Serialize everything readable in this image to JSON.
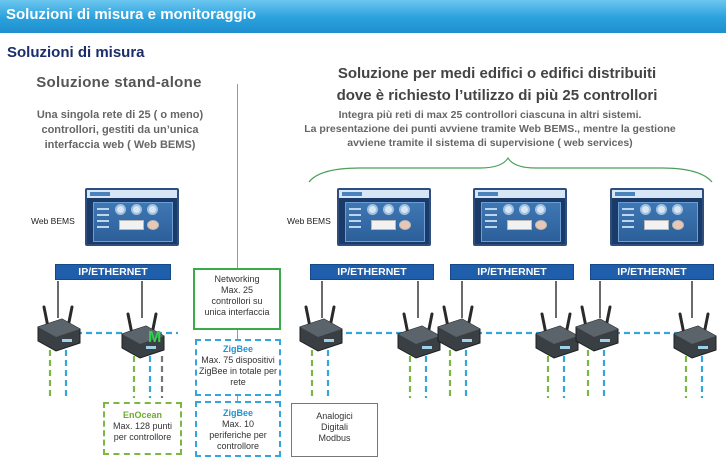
{
  "header": {
    "title": "Soluzioni di misura e monitoraggio"
  },
  "section_title": "Soluzioni di misura",
  "left": {
    "heading": "Soluzione  stand-alone",
    "description": [
      "Una singola rete di 25 ( o meno)",
      "controllori, gestiti da un’unica",
      "interfaccia web ( Web BEMS)"
    ],
    "web_label": "Web BEMS",
    "bus_label": "IP/ETHERNET"
  },
  "right": {
    "heading": [
      "Soluzione per medi edifici o edifici distribuiti",
      "dove è richiesto l’utilizzo di più 25 controllori"
    ],
    "description": [
      "Integra più reti di max 25 controllori ciascuna  in altri sistemi.",
      "La presentazione dei punti avviene tramite Web BEMS., mentre la gestione",
      "avviene tramite il sistema di supervisione  ( web services)"
    ],
    "web_label": "Web BEMS",
    "bus_labels": [
      "IP/ETHERNET",
      "IP/ETHERNET",
      "IP/ETHERNET"
    ]
  },
  "boxes": {
    "networking": [
      "Networking",
      "Max. 25",
      "controllori su",
      "unica interfaccia"
    ],
    "zigbee_rete": {
      "title": "ZigBee",
      "lines": [
        "Max. 75 dispositivi",
        "ZigBee in totale per",
        "rete"
      ]
    },
    "zigbee_periferiche": {
      "title": "ZigBee",
      "lines": [
        "Max. 10",
        "periferiche per",
        "controllore"
      ]
    },
    "enocean": {
      "title": "EnOcean",
      "lines": [
        "Max. 128 punti",
        "per controllore"
      ]
    },
    "analogici": [
      "Analogici",
      "Digitali",
      "Modbus"
    ]
  },
  "colors": {
    "banner": "#2aa1dc",
    "bus": "#1f5eaa",
    "green": "#3aaa4a",
    "blue_dashed": "#35a6dc",
    "lime_dashed": "#7ab843"
  },
  "icons": [
    "monitor-icon",
    "controller-icon",
    "antenna-icon",
    "green-m-icon"
  ]
}
